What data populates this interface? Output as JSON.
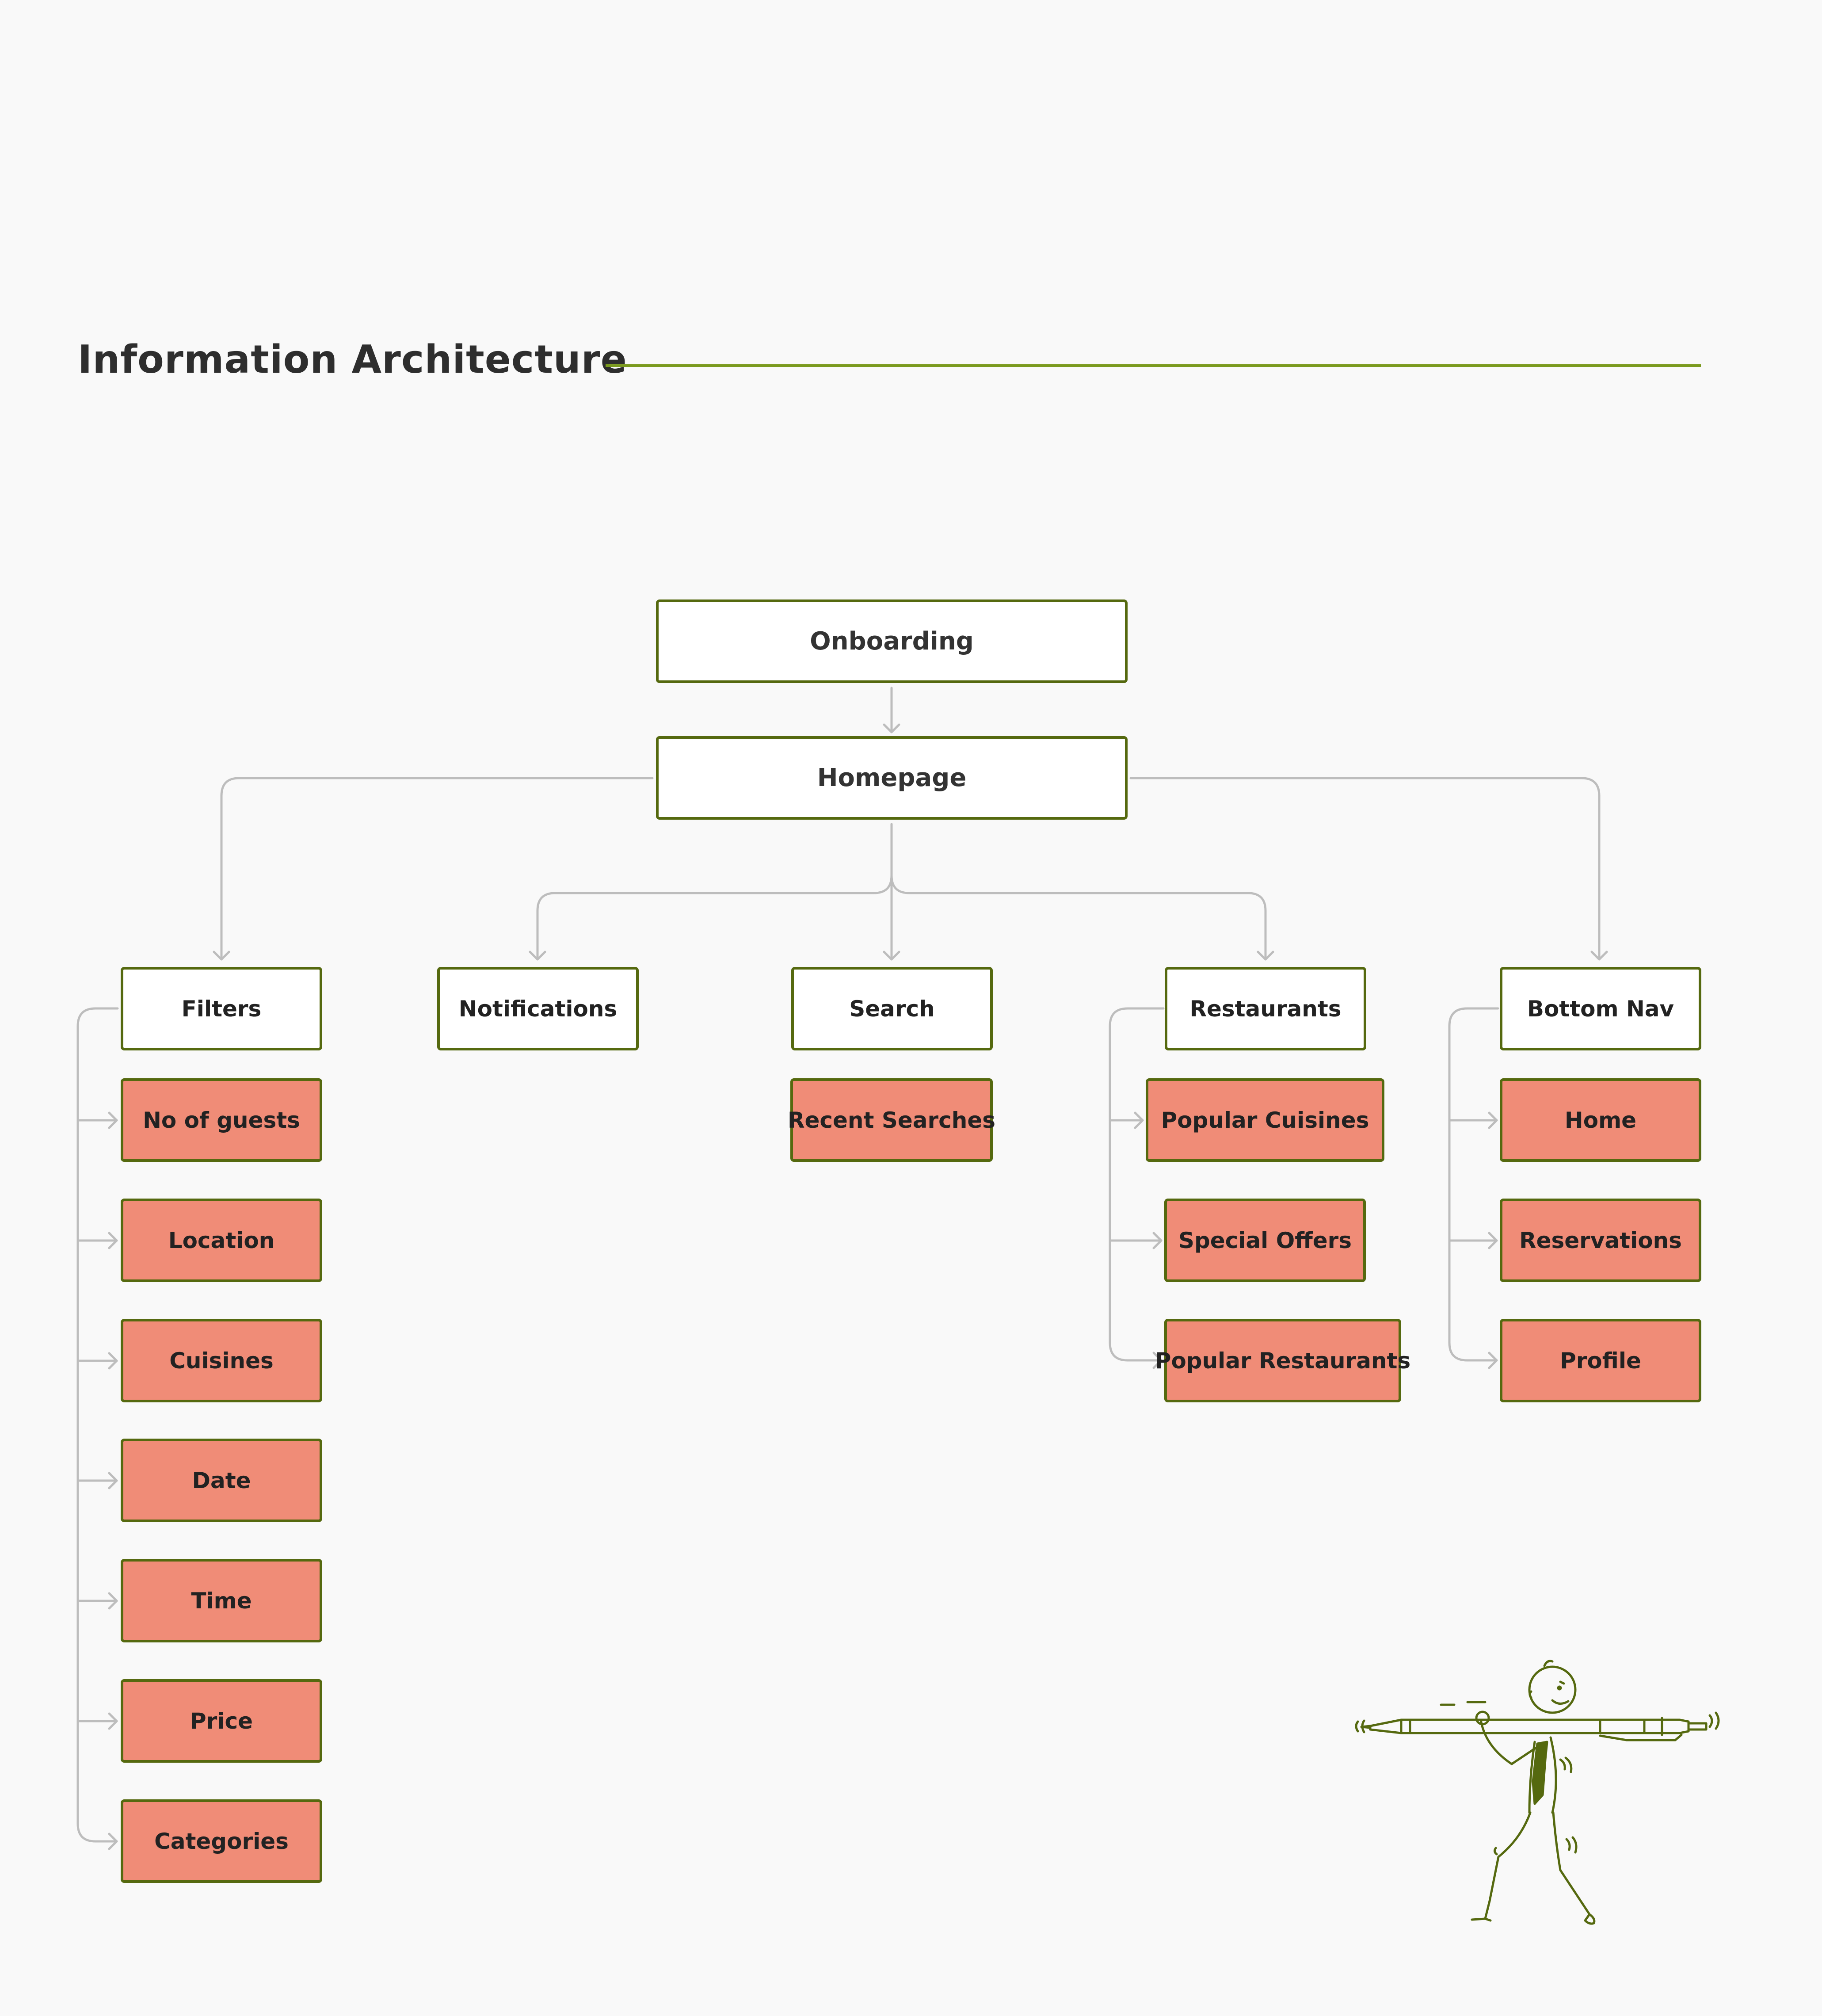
{
  "title": "Information Architecture",
  "colors": {
    "accent": "#7a9a1e",
    "box_border": "#55690f",
    "leaf_fill": "#f08c77",
    "box_fill": "#ffffff",
    "connector": "#bdbdbd",
    "background": "#f9f9f9"
  },
  "diagram": {
    "root": "Onboarding",
    "hub": "Homepage",
    "sections": {
      "filters": {
        "label": "Filters",
        "children": [
          "No of guests",
          "Location",
          "Cuisines",
          "Date",
          "Time",
          "Price",
          "Categories"
        ]
      },
      "notifications": {
        "label": "Notifications",
        "children": []
      },
      "search": {
        "label": "Search",
        "children": [
          "Recent Searches"
        ]
      },
      "restaurants": {
        "label": "Restaurants",
        "children": [
          "Popular Cuisines",
          "Special Offers",
          "Popular Restaurants"
        ]
      },
      "bottom_nav": {
        "label": "Bottom Nav",
        "children": [
          "Home",
          "Reservations",
          "Profile"
        ]
      }
    }
  },
  "illustration": "man-carrying-pen-icon"
}
